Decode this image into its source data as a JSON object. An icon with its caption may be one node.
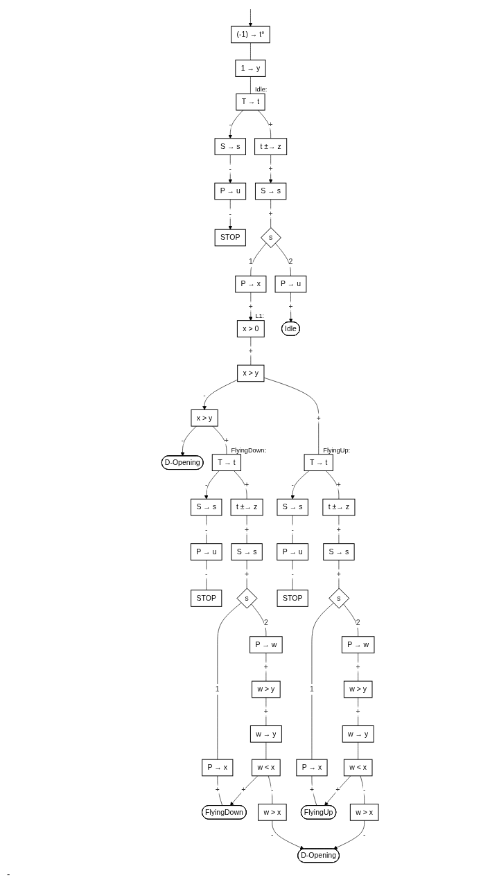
{
  "diagram": {
    "nodes": [
      {
        "text": [
          "(-1) → t°"
        ]
      },
      {
        "text": [
          "1 → y"
        ]
      },
      {
        "text": [
          "T → t"
        ],
        "beside": [
          "Idle:"
        ]
      },
      {
        "text": [
          "S → s"
        ]
      },
      {
        "text": [
          "P → u"
        ]
      },
      {
        "text": [
          "STOP"
        ]
      },
      {
        "text": [
          "t ±→ z"
        ]
      },
      {
        "text": [
          "S → s"
        ]
      },
      {
        "text": [
          "s"
        ]
      },
      {
        "text": [
          "P → x"
        ]
      },
      {
        "text": [
          "P → u"
        ]
      },
      {
        "text": [
          "Idle"
        ]
      },
      {
        "text": [
          "x > 0"
        ],
        "beside": [
          "L1:"
        ]
      },
      {
        "text": [
          "x > y"
        ]
      },
      {
        "text": [
          "x > y"
        ]
      },
      {
        "text": [
          "D-Opening"
        ]
      },
      {
        "text": [
          "T → t"
        ],
        "beside": [
          "FlyingUp:"
        ]
      },
      {
        "text": [
          "S → s"
        ]
      },
      {
        "text": [
          "T → t"
        ],
        "beside": [
          "FlyingDown:"
        ]
      },
      {
        "text": [
          "S → s"
        ]
      },
      {
        "text": [
          "t ±→ z"
        ]
      },
      {
        "text": [
          "P → u"
        ]
      },
      {
        "text": [
          "t ±→ z"
        ]
      },
      {
        "text": [
          "P → u"
        ]
      },
      {
        "text": [
          "S → s"
        ]
      },
      {
        "text": [
          "STOP"
        ]
      },
      {
        "text": [
          "S → s"
        ]
      },
      {
        "text": [
          "STOP"
        ]
      },
      {
        "text": [
          "s"
        ]
      },
      {
        "text": [
          "s"
        ]
      },
      {
        "text": [
          "P → x"
        ]
      },
      {
        "text": [
          "P → w"
        ]
      },
      {
        "text": [
          "P → x"
        ]
      },
      {
        "text": [
          "P → w"
        ]
      },
      {
        "text": [
          "FlyingUp"
        ]
      },
      {
        "text": [
          "w > y"
        ]
      },
      {
        "text": [
          "FlyingDown"
        ]
      },
      {
        "text": [
          "w > y"
        ]
      },
      {
        "text": [
          "w → y"
        ]
      },
      {
        "text": [
          "w → y"
        ]
      },
      {
        "text": [
          "w < x"
        ]
      },
      {
        "text": [
          "w < x"
        ]
      },
      {
        "text": [
          "w > x"
        ]
      },
      {
        "text": [
          "D-Opening"
        ]
      },
      {
        "text": [
          "w > x"
        ]
      }
    ],
    "edges": [
      {
        "from": null,
        "to": 0,
        "arrow": "to"
      },
      {
        "from": 0,
        "to": 1,
        "arrow": "none"
      },
      {
        "from": 1,
        "to": 2,
        "arrow": "none"
      },
      {
        "from": 2,
        "to": 3,
        "arrow": "to",
        "label": "-"
      },
      {
        "from": 3,
        "to": 4,
        "arrow": "to",
        "label": "-"
      },
      {
        "from": 4,
        "to": 5,
        "arrow": "to",
        "label": "-"
      },
      {
        "from": 2,
        "to": 6,
        "arrow": "none",
        "label": "+"
      },
      {
        "from": 6,
        "to": 7,
        "arrow": "to",
        "label": "+"
      },
      {
        "from": 7,
        "to": 8,
        "arrow": "none",
        "label": "+"
      },
      {
        "from": 8,
        "to": 9,
        "arrow": "none",
        "label": "1"
      },
      {
        "from": 8,
        "to": 10,
        "arrow": "none",
        "label": "2"
      },
      {
        "from": 9,
        "to": 12,
        "arrow": "to",
        "label": "+"
      },
      {
        "from": 10,
        "to": 11,
        "arrow": "to",
        "label": "+"
      },
      {
        "from": 12,
        "to": 13,
        "arrow": "none",
        "label": "+"
      },
      {
        "from": 13,
        "to": 14,
        "arrow": "to",
        "label": "-"
      },
      {
        "from": 14,
        "to": 15,
        "arrow": "to",
        "label": "-"
      },
      {
        "from": 13,
        "to": 16,
        "arrow": "none",
        "label": "+"
      },
      {
        "from": 14,
        "to": 18,
        "arrow": "none",
        "label": "+"
      },
      {
        "from": 16,
        "to": 17,
        "arrow": "to",
        "label": "-"
      },
      {
        "from": 17,
        "to": 21,
        "arrow": "none",
        "label": "-"
      },
      {
        "from": 21,
        "to": 25,
        "arrow": "none",
        "label": "-"
      },
      {
        "from": 16,
        "to": 20,
        "arrow": "none",
        "label": "+"
      },
      {
        "from": 20,
        "to": 24,
        "arrow": "none",
        "label": "+"
      },
      {
        "from": 24,
        "to": 28,
        "arrow": "none",
        "label": "+"
      },
      {
        "from": 28,
        "to": 30,
        "arrow": "none",
        "label": "1"
      },
      {
        "from": 28,
        "to": 31,
        "arrow": "none",
        "label": "2"
      },
      {
        "from": 30,
        "to": 34,
        "arrow": "none",
        "label": "+"
      },
      {
        "from": 31,
        "to": 35,
        "arrow": "none",
        "label": "+"
      },
      {
        "from": 35,
        "to": 38,
        "arrow": "none",
        "label": "+"
      },
      {
        "from": 38,
        "to": 40,
        "arrow": "none"
      },
      {
        "from": 40,
        "to": 34,
        "arrow": "to",
        "label": "+"
      },
      {
        "from": 40,
        "to": 42,
        "arrow": "none",
        "label": "-"
      },
      {
        "from": 42,
        "to": 43,
        "arrow": "to",
        "label": "-"
      },
      {
        "from": 18,
        "to": 19,
        "arrow": "to",
        "label": "-"
      },
      {
        "from": 19,
        "to": 23,
        "arrow": "none",
        "label": "-"
      },
      {
        "from": 23,
        "to": 27,
        "arrow": "none",
        "label": "-"
      },
      {
        "from": 18,
        "to": 22,
        "arrow": "none",
        "label": "+"
      },
      {
        "from": 22,
        "to": 26,
        "arrow": "none",
        "label": "+"
      },
      {
        "from": 26,
        "to": 29,
        "arrow": "none",
        "label": "+"
      },
      {
        "from": 29,
        "to": 32,
        "arrow": "none",
        "label": "1"
      },
      {
        "from": 29,
        "to": 33,
        "arrow": "none",
        "label": "2"
      },
      {
        "from": 32,
        "to": 36,
        "arrow": "none",
        "label": "+"
      },
      {
        "from": 33,
        "to": 37,
        "arrow": "none",
        "label": "+"
      },
      {
        "from": 37,
        "to": 39,
        "arrow": "none",
        "label": "+"
      },
      {
        "from": 39,
        "to": 41,
        "arrow": "none"
      },
      {
        "from": 41,
        "to": 36,
        "arrow": "to",
        "label": "+"
      },
      {
        "from": 41,
        "to": 44,
        "arrow": "none",
        "label": "-"
      },
      {
        "from": 44,
        "to": 43,
        "arrow": "to",
        "label": "-"
      }
    ],
    "labels": [
      "-"
    ]
  }
}
